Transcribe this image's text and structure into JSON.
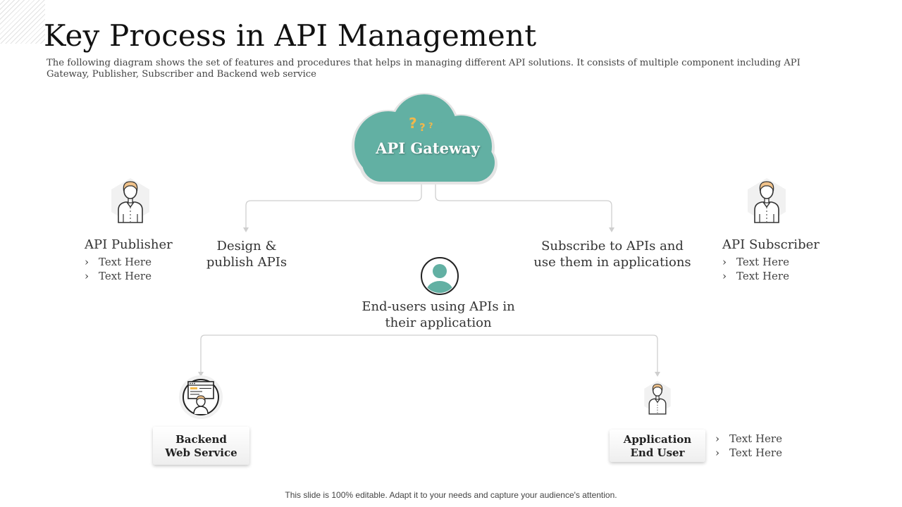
{
  "title": "Key Process in API Management",
  "subtitle": "The following  diagram shows the set of features and procedures that helps in managing different API solutions. It consists of multiple component including API Gateway, Publisher, Subscriber and Backend web service",
  "gateway": {
    "label": "API Gateway",
    "marks": "???"
  },
  "publisher": {
    "heading": "API Publisher",
    "bullets": [
      "Text Here",
      "Text Here"
    ]
  },
  "subscriber": {
    "heading": "API Subscriber",
    "bullets": [
      "Text Here",
      "Text Here"
    ]
  },
  "design_text": {
    "line1": "Design &",
    "line2": "publish APIs"
  },
  "subscribe_text": {
    "line1": "Subscribe to APIs and",
    "line2": "use them in applications"
  },
  "end_users_text": {
    "line1": "End-users using APIs in",
    "line2": "their application"
  },
  "backend": {
    "line1": "Backend",
    "line2": "Web Service"
  },
  "app_user": {
    "line1": "Application",
    "line2": "End User",
    "bullets": [
      "Text Here",
      "Text Here"
    ]
  },
  "bullet_glyph": "›",
  "footer": "This slide is 100% editable. Adapt it to your needs and capture your audience's attention.",
  "colors": {
    "teal": "#62b0a3",
    "skin": "#f0c28a",
    "hair": "#e8a860",
    "accent": "#f2b84b",
    "line": "#cfcfcf"
  }
}
